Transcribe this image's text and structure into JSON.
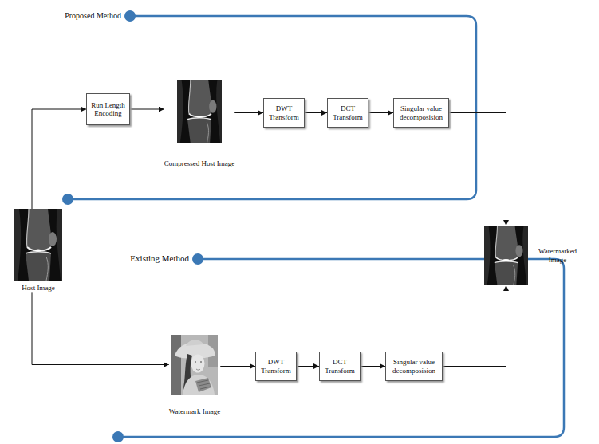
{
  "diagram": {
    "nodes": [
      {
        "text": [
          "Host Image"
        ]
      },
      {
        "text": [
          "Run Length Encoding"
        ]
      },
      {
        "text": [
          "Compressed Host Image"
        ]
      },
      {
        "text": [
          "DWT Transform"
        ]
      },
      {
        "text": [
          "DCT Transform"
        ]
      },
      {
        "text": [
          "Singular value decomposision"
        ]
      },
      {
        "text": [
          "Watermarked Image"
        ]
      },
      {
        "text": [
          "Watermark Image"
        ]
      },
      {
        "text": [
          "DWT Transform"
        ]
      },
      {
        "text": [
          "DCT Transform"
        ]
      },
      {
        "text": [
          "Singular value decomposision"
        ]
      }
    ],
    "edges": [
      {
        "from": 0,
        "to": 1,
        "arrow": "to"
      },
      {
        "from": 1,
        "to": 2,
        "arrow": "to"
      },
      {
        "from": 2,
        "to": 3,
        "arrow": "to"
      },
      {
        "from": 3,
        "to": 4,
        "arrow": "to"
      },
      {
        "from": 4,
        "to": 5,
        "arrow": "to"
      },
      {
        "from": 5,
        "to": 6,
        "arrow": "to"
      },
      {
        "from": 0,
        "to": 7,
        "arrow": "to"
      },
      {
        "from": 7,
        "to": 8,
        "arrow": "to"
      },
      {
        "from": 8,
        "to": 9,
        "arrow": "to"
      },
      {
        "from": 9,
        "to": 10,
        "arrow": "to"
      },
      {
        "from": 10,
        "to": 6,
        "arrow": "to"
      }
    ],
    "labels": [
      "Proposed Method",
      "Existing Method"
    ]
  }
}
